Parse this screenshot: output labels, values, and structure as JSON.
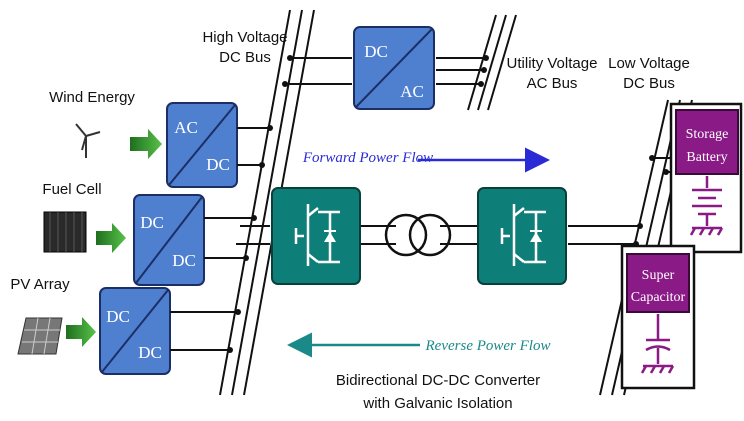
{
  "labels": {
    "high_voltage_line1": "High Voltage",
    "high_voltage_line2": "DC Bus",
    "utility_voltage_line1": "Utility Voltage",
    "utility_voltage_line2": "AC Bus",
    "low_voltage_line1": "Low Voltage",
    "low_voltage_line2": "DC Bus",
    "wind": "Wind Energy",
    "fuel_cell": "Fuel Cell",
    "pv": "PV Array",
    "converter_line1": "Bidirectional DC-DC Converter",
    "converter_line2": "with Galvanic Isolation"
  },
  "converters": {
    "wind": {
      "top": "AC",
      "bottom": "DC"
    },
    "fuel": {
      "top": "DC",
      "bottom": "DC"
    },
    "pv": {
      "top": "DC",
      "bottom": "DC"
    },
    "inverter": {
      "top": "DC",
      "bottom": "AC"
    }
  },
  "flows": {
    "forward": "Forward Power Flow",
    "reverse": "Reverse Power Flow"
  },
  "storage": {
    "battery_line1": "Storage",
    "battery_line2": "Battery",
    "cap_line1": "Super",
    "cap_line2": "Capacitor"
  },
  "colors": {
    "converter_fill": "#4f7fcf",
    "switch_fill": "#0e7f78",
    "forward": "#2b2bd6",
    "reverse": "#1a8a88",
    "storage_fill": "#8a1a86",
    "arrow_green": "#2f8f2f"
  },
  "icons": [
    "wind-turbine-icon",
    "fuel-cell-icon",
    "pv-panel-icon",
    "transformer-icon",
    "igbt-switch-icon",
    "battery-icon",
    "capacitor-icon"
  ]
}
